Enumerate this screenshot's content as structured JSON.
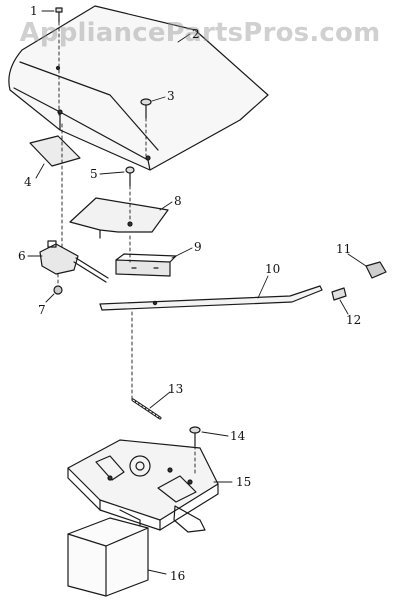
{
  "watermark": "AppliancePartsPros.com",
  "callouts": [
    {
      "id": "1",
      "label": "1"
    },
    {
      "id": "2",
      "label": "2"
    },
    {
      "id": "3",
      "label": "3"
    },
    {
      "id": "4",
      "label": "4"
    },
    {
      "id": "5",
      "label": "5"
    },
    {
      "id": "6",
      "label": "6"
    },
    {
      "id": "7",
      "label": "7"
    },
    {
      "id": "8",
      "label": "8"
    },
    {
      "id": "9",
      "label": "9"
    },
    {
      "id": "10",
      "label": "10"
    },
    {
      "id": "11",
      "label": "11"
    },
    {
      "id": "12",
      "label": "12"
    },
    {
      "id": "13",
      "label": "13"
    },
    {
      "id": "14",
      "label": "14"
    },
    {
      "id": "15",
      "label": "15"
    },
    {
      "id": "16",
      "label": "16"
    }
  ]
}
